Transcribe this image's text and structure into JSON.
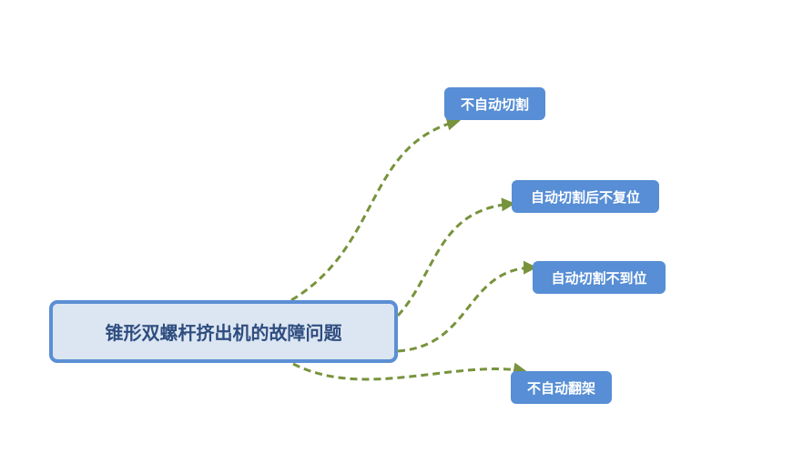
{
  "root": {
    "label": "锥形双螺杆挤出机的故障问题"
  },
  "branches": [
    {
      "label": "不自动切割"
    },
    {
      "label": "自动切割后不复位"
    },
    {
      "label": "自动切割不到位"
    },
    {
      "label": "不自动翻架"
    }
  ],
  "colors": {
    "root_fill": "#dce6f2",
    "root_border": "#5b8fd4",
    "node_fill": "#578ed5",
    "edge": "#77933c"
  }
}
